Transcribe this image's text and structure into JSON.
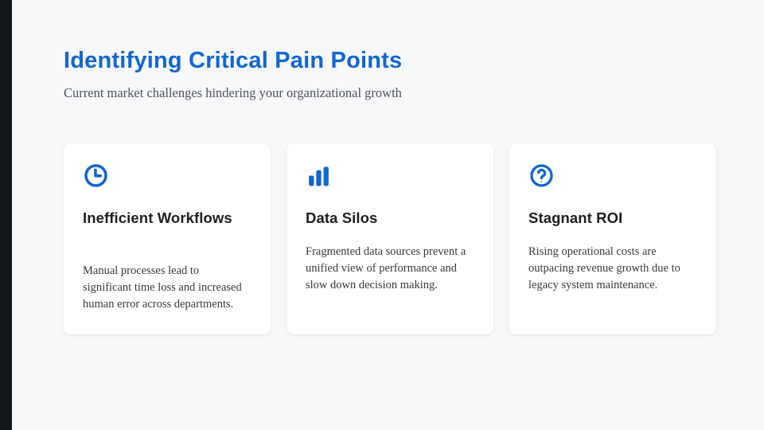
{
  "slide": {
    "title": "Identifying Critical Pain Points",
    "subtitle": "Current market challenges hindering your organizational growth"
  },
  "cards": [
    {
      "icon": "clock-icon",
      "title": "Inefficient Workflows",
      "body": "Manual processes lead to significant time loss and increased human error across departments."
    },
    {
      "icon": "bar-chart-icon",
      "title": "Data Silos",
      "body": "Fragmented data sources prevent a unified view of performance and slow down decision making."
    },
    {
      "icon": "question-circle-icon",
      "title": "Stagnant ROI",
      "body": "Rising operational costs are outpacing revenue growth due to legacy system maintenance."
    }
  ],
  "colors": {
    "accent": "#1166d4",
    "background": "#f7f8f9",
    "sidebar": "#12161d"
  }
}
